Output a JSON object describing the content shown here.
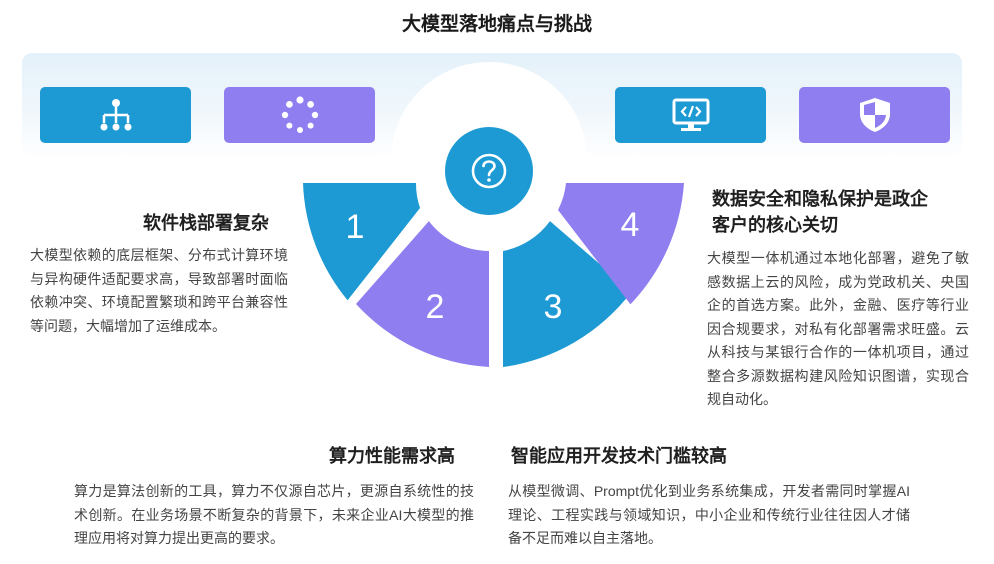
{
  "title": "大模型落地痛点与挑战",
  "center_icon": "question-icon",
  "tiles": [
    {
      "icon": "hierarchy-icon",
      "color": "#1d9ad3"
    },
    {
      "icon": "loading-dots-icon",
      "color": "#8e7ef0"
    },
    {
      "icon": "code-monitor-icon",
      "color": "#1d9ad3"
    },
    {
      "icon": "shield-icon",
      "color": "#8e7ef0"
    }
  ],
  "segments": [
    {
      "number": "1",
      "color": "#1d9ad3"
    },
    {
      "number": "2",
      "color": "#8e7ef0"
    },
    {
      "number": "3",
      "color": "#1d9ad3"
    },
    {
      "number": "4",
      "color": "#8e7ef0"
    }
  ],
  "challenges": [
    {
      "heading": "软件栈部署复杂",
      "text": "大模型依赖的底层框架、分布式计算环境与异构硬件适配要求高，导致部署时面临依赖冲突、环境配置繁琐和跨平台兼容性等问题，大幅增加了运维成本。"
    },
    {
      "heading": "算力性能需求高",
      "text": "算力是算法创新的工具，算力不仅源自芯片，更源自系统性的技术创新。在业务场景不断复杂的背景下，未来企业AI大模型的推理应用将对算力提出更高的要求。"
    },
    {
      "heading": "智能应用开发技术门槛较高",
      "text": "从模型微调、Prompt优化到业务系统集成，开发者需同时掌握AI理论、工程实践与领域知识，中小企业和传统行业往往因人才储备不足而难以自主落地。"
    },
    {
      "heading_lines": [
        "数据安全和隐私保护是政企",
        "客户的核心关切"
      ],
      "text": "大模型一体机通过本地化部署，避免了敏感数据上云的风险，成为党政机关、央国企的首选方案。此外，金融、医疗等行业因合规要求，对私有化部署需求旺盛。云从科技与某银行合作的一体机项目，通过整合多源数据构建风险知识图谱，实现合规自动化。"
    }
  ]
}
